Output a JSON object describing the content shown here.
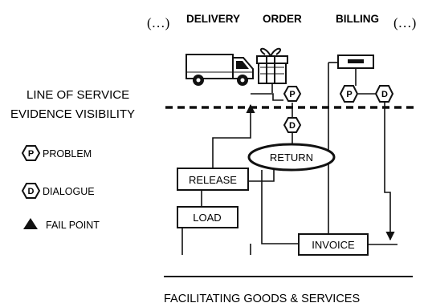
{
  "header": {
    "ellipsis_left": "(…)",
    "ellipsis_right": "(…)",
    "columns": [
      "DELIVERY",
      "ORDER",
      "BILLING"
    ]
  },
  "line_of_visibility": {
    "line1": "LINE OF SERVICE",
    "line2": "EVIDENCE VISIBILITY"
  },
  "legend": {
    "problem": {
      "symbol": "P",
      "label": "PROBLEM"
    },
    "dialogue": {
      "symbol": "D",
      "label": "DIALOGUE"
    },
    "fail_point": {
      "label": "FAIL POINT"
    }
  },
  "steps": {
    "return": "RETURN",
    "release": "RELEASE",
    "load": "LOAD",
    "invoice": "INVOICE"
  },
  "markers": {
    "problem_symbol": "P",
    "dialogue_symbol": "D"
  },
  "footer": "FACILITATING GOODS & SERVICES"
}
